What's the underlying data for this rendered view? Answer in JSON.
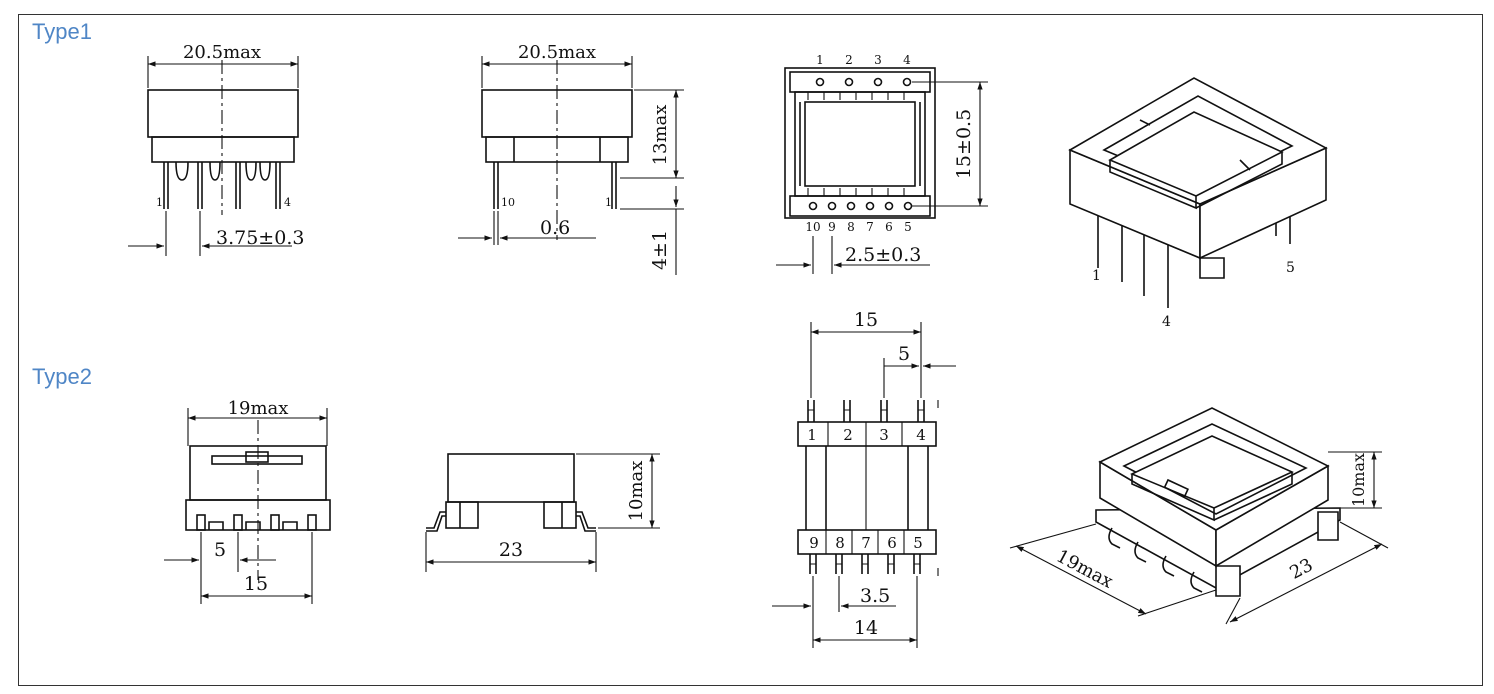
{
  "labels": {
    "type1": "Type1",
    "type2": "Type2"
  },
  "dims": {
    "t1_front_width": "20.5max",
    "t1_front_pin_left": "1",
    "t1_front_pin_right": "4",
    "t1_front_pitch": "3.75±0.3",
    "t1_side_width": "20.5max",
    "t1_side_height": "13max",
    "t1_side_pin_left": "10",
    "t1_side_pin_right": "1",
    "t1_side_pin_dia": "0.6",
    "t1_side_pin_len": "4±1",
    "t1_top_pins_top": [
      "1",
      "2",
      "3",
      "4"
    ],
    "t1_top_pins_bottom": [
      "10",
      "9",
      "8",
      "7",
      "6",
      "5"
    ],
    "t1_top_row_spacing": "15±0.5",
    "t1_top_pitch": "2.5±0.3",
    "t1_iso_pin_a": "1",
    "t1_iso_pin_b": "4",
    "t1_iso_pin_c": "5",
    "t2_front_width": "19max",
    "t2_front_pitch": "5",
    "t2_front_span": "15",
    "t2_side_length": "23",
    "t2_side_height": "10max",
    "t2_top_span": "15",
    "t2_top_pitch_top": "5",
    "t2_top_pins_top": [
      "1",
      "2",
      "3",
      "4"
    ],
    "t2_top_pins_bottom": [
      "9",
      "8",
      "7",
      "6",
      "5"
    ],
    "t2_top_pitch_bottom": "3.5",
    "t2_top_span_bottom": "14",
    "t2_iso_height": "10max",
    "t2_iso_width": "19max",
    "t2_iso_length": "23"
  }
}
